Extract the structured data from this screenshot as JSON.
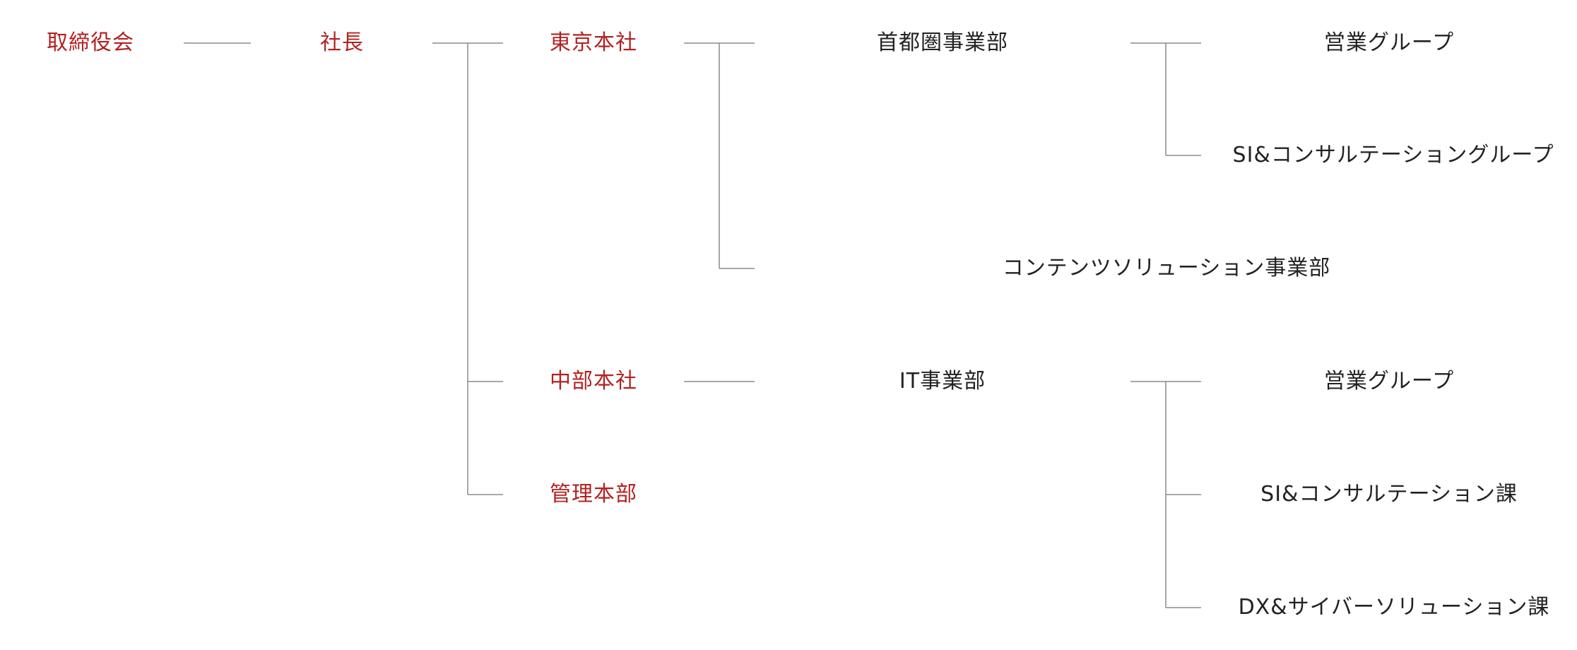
{
  "colors": {
    "primary_text": "#b22222",
    "secondary_text": "#222222",
    "connector": "#8c8c8c"
  },
  "org": {
    "board": "取締役会",
    "president": "社長",
    "tokyo_hq": "東京本社",
    "chubu_hq": "中部本社",
    "admin_hq": "管理本部",
    "metro_division": "首都圏事業部",
    "contents_division": "コンテンツソリューション事業部",
    "it_division": "IT事業部",
    "metro_sales_group": "営業グループ",
    "metro_si_group": "SI&コンサルテーショングループ",
    "it_sales_group": "営業グループ",
    "it_si_section": "SI&コンサルテーション課",
    "it_dx_section": "DX&サイバーソリューション課"
  }
}
